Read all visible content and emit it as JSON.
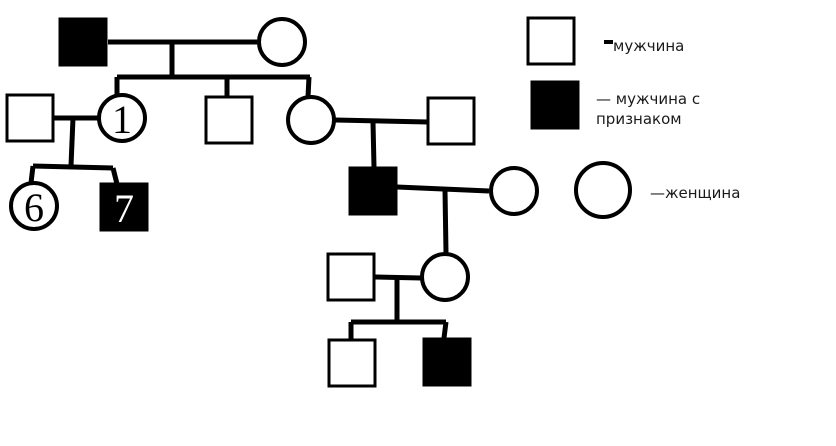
{
  "diagram": {
    "type": "pedigree",
    "colors": {
      "stroke": "#000000",
      "affected_fill": "#000000",
      "unaffected_fill": "#ffffff",
      "label_on_dark": "#ffffff",
      "label_on_light": "#000000"
    },
    "individuals": [
      {
        "id": "I-1",
        "sex": "male",
        "affected": true,
        "label": ""
      },
      {
        "id": "I-2",
        "sex": "female",
        "affected": false,
        "label": ""
      },
      {
        "id": "II-1",
        "sex": "male",
        "affected": false,
        "label": ""
      },
      {
        "id": "II-2",
        "sex": "female",
        "affected": false,
        "label": "1"
      },
      {
        "id": "II-3",
        "sex": "male",
        "affected": false,
        "label": ""
      },
      {
        "id": "II-4",
        "sex": "female",
        "affected": false,
        "label": ""
      },
      {
        "id": "II-5",
        "sex": "male",
        "affected": false,
        "label": ""
      },
      {
        "id": "III-1",
        "sex": "female",
        "affected": false,
        "label": "6"
      },
      {
        "id": "III-2",
        "sex": "male",
        "affected": true,
        "label": "7"
      },
      {
        "id": "III-3",
        "sex": "male",
        "affected": true,
        "label": ""
      },
      {
        "id": "III-4",
        "sex": "female",
        "affected": false,
        "label": ""
      },
      {
        "id": "IV-1",
        "sex": "male",
        "affected": false,
        "label": ""
      },
      {
        "id": "IV-2",
        "sex": "female",
        "affected": false,
        "label": ""
      },
      {
        "id": "V-1",
        "sex": "male",
        "affected": false,
        "label": ""
      },
      {
        "id": "V-2",
        "sex": "male",
        "affected": true,
        "label": ""
      }
    ],
    "marriages": [
      {
        "partners": [
          "I-1",
          "I-2"
        ],
        "children": [
          "II-2",
          "II-3",
          "II-4"
        ]
      },
      {
        "partners": [
          "II-1",
          "II-2"
        ],
        "children": [
          "III-1",
          "III-2"
        ]
      },
      {
        "partners": [
          "II-4",
          "II-5"
        ],
        "children": [
          "III-3"
        ]
      },
      {
        "partners": [
          "III-3",
          "III-4"
        ],
        "children": [
          "IV-2"
        ]
      },
      {
        "partners": [
          "IV-1",
          "IV-2"
        ],
        "children": [
          "V-1",
          "V-2"
        ]
      }
    ]
  },
  "legend": {
    "items": [
      {
        "symbol": "male-unaffected",
        "text": "мужчина",
        "dash": "-"
      },
      {
        "symbol": "male-affected",
        "text": "— мужчина с признаком"
      },
      {
        "symbol": "female",
        "text": "—женщина"
      }
    ],
    "line2": "признаком",
    "line1": "— мужчина с"
  }
}
